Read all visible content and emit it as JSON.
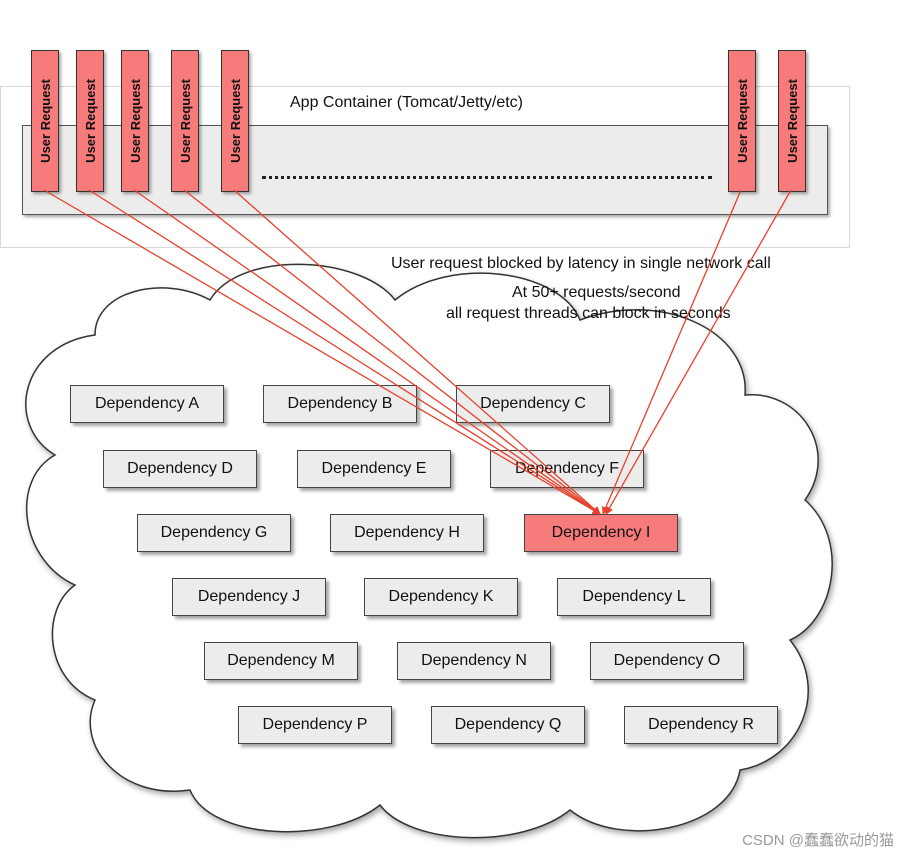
{
  "app_container": {
    "label": "App Container (Tomcat/Jetty/etc)"
  },
  "user_requests": [
    "User Request",
    "User Request",
    "User Request",
    "User Request",
    "User Request",
    "User Request",
    "User Request"
  ],
  "captions": {
    "blocked": "User request blocked by latency in single network call",
    "rate": "At 50+ requests/second",
    "threads": "all request threads can block in seconds"
  },
  "dependencies": [
    "Dependency A",
    "Dependency B",
    "Dependency C",
    "Dependency D",
    "Dependency E",
    "Dependency F",
    "Dependency G",
    "Dependency H",
    "Dependency I",
    "Dependency J",
    "Dependency K",
    "Dependency L",
    "Dependency M",
    "Dependency N",
    "Dependency O",
    "Dependency P",
    "Dependency Q",
    "Dependency R"
  ],
  "highlighted_dependency": "Dependency I",
  "colors": {
    "request_fill": "#f77b7b",
    "arrow": "#e8402a",
    "box_fill": "#ececec"
  },
  "watermark": "CSDN @蠢蠢欲动的猫"
}
